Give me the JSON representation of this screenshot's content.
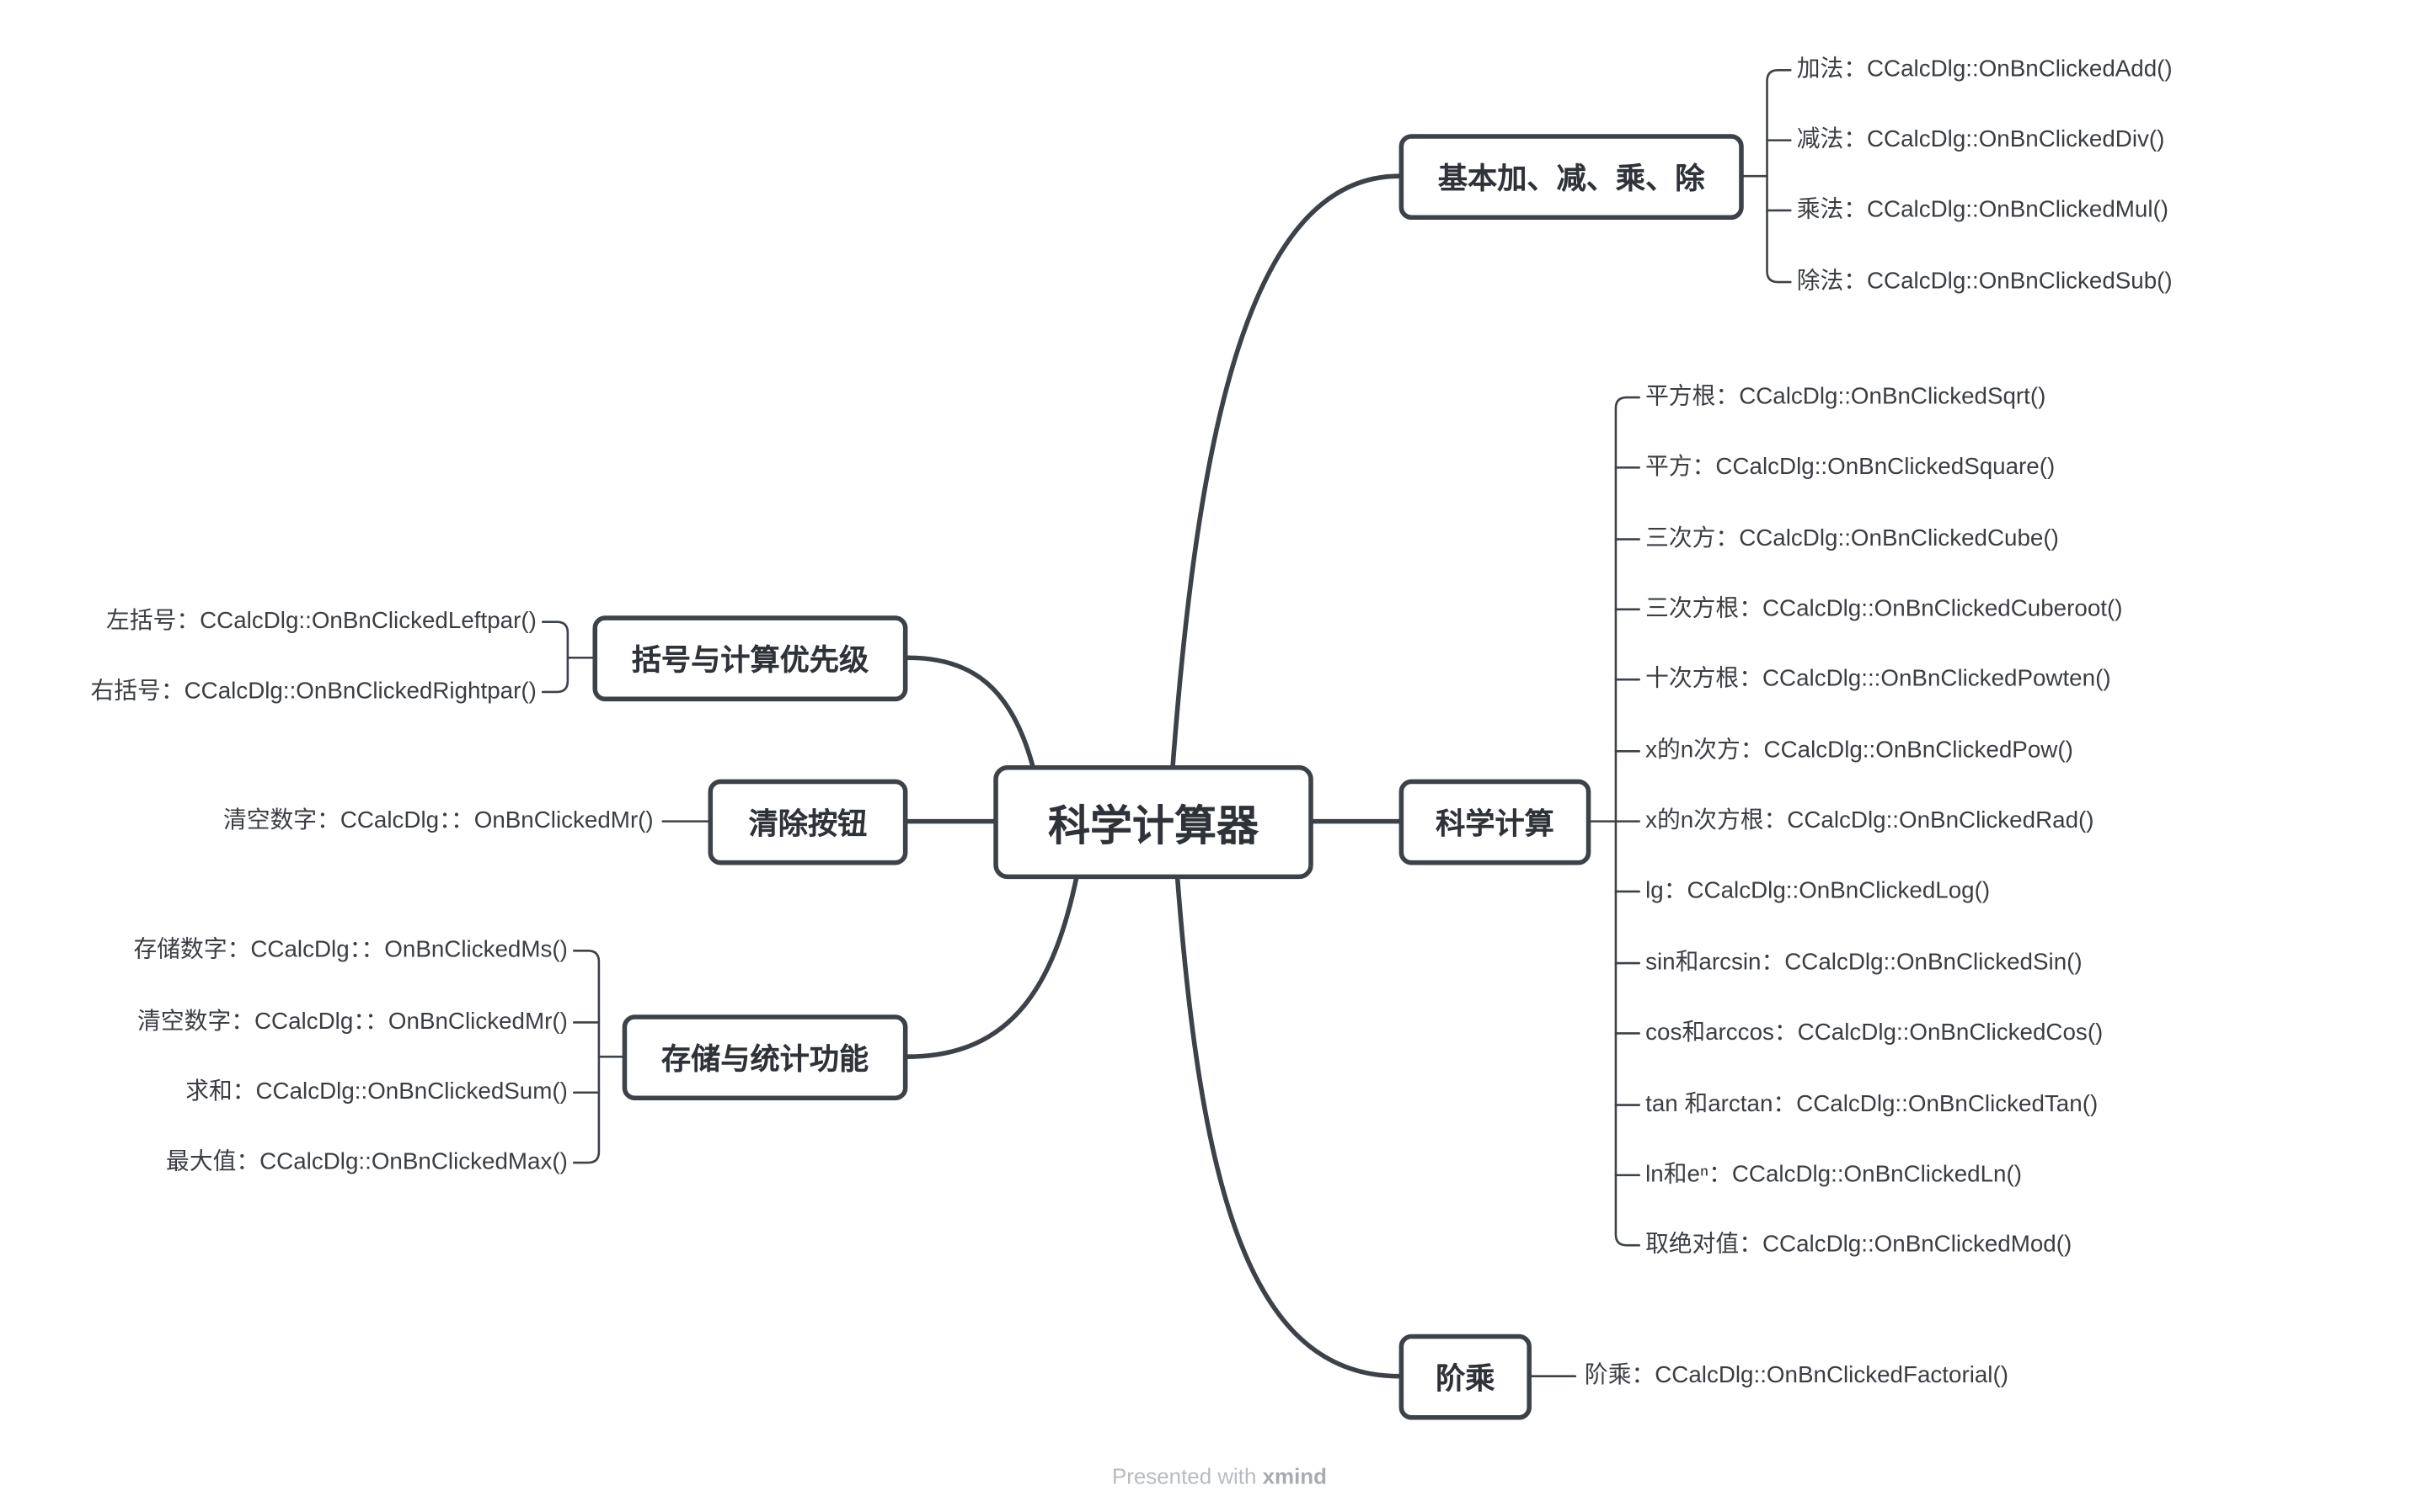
{
  "root": {
    "label": "科学计算器"
  },
  "branches": {
    "basic": {
      "label": "基本加、减、乘、除",
      "items": [
        "加法：CCalcDlg::OnBnClickedAdd()",
        "减法：CCalcDlg::OnBnClickedDiv()",
        "乘法：CCalcDlg::OnBnClickedMul()",
        "除法：CCalcDlg::OnBnClickedSub()"
      ]
    },
    "science": {
      "label": "科学计算",
      "items": [
        "平方根：CCalcDlg::OnBnClickedSqrt()",
        "平方：CCalcDlg::OnBnClickedSquare()",
        "三次方：CCalcDlg::OnBnClickedCube()",
        "三次方根：CCalcDlg::OnBnClickedCuberoot()",
        "十次方根：CCalcDlg:::OnBnClickedPowten()",
        "x的n次方：CCalcDlg::OnBnClickedPow()",
        "x的n次方根：CCalcDlg::OnBnClickedRad()",
        "lg：CCalcDlg::OnBnClickedLog()",
        "sin和arcsin：CCalcDlg::OnBnClickedSin()",
        "cos和arccos：CCalcDlg::OnBnClickedCos()",
        "tan 和arctan：CCalcDlg::OnBnClickedTan()",
        "ln和eⁿ：CCalcDlg::OnBnClickedLn()",
        "取绝对值：CCalcDlg::OnBnClickedMod()"
      ]
    },
    "factorial": {
      "label": "阶乘",
      "items": [
        "阶乘：CCalcDlg::OnBnClickedFactorial()"
      ]
    },
    "brackets": {
      "label": "括号与计算优先级",
      "items": [
        "左括号：CCalcDlg::OnBnClickedLeftpar()",
        "右括号：CCalcDlg::OnBnClickedRightpar()"
      ]
    },
    "clear": {
      "label": "清除按钮",
      "items": [
        "清空数字：CCalcDlg：：OnBnClickedMr()"
      ]
    },
    "memory": {
      "label": "存储与统计功能",
      "items": [
        "存储数字：CCalcDlg：：OnBnClickedMs()",
        "清空数字：CCalcDlg：：OnBnClickedMr()",
        "求和：CCalcDlg::OnBnClickedSum()",
        "最大值：CCalcDlg::OnBnClickedMax()"
      ]
    }
  },
  "footer": {
    "prefix": "Presented with ",
    "brand": "xmind"
  },
  "colors": {
    "line": "#3d4148",
    "text": "#3a3d42",
    "footer": "#b8bcc2"
  }
}
